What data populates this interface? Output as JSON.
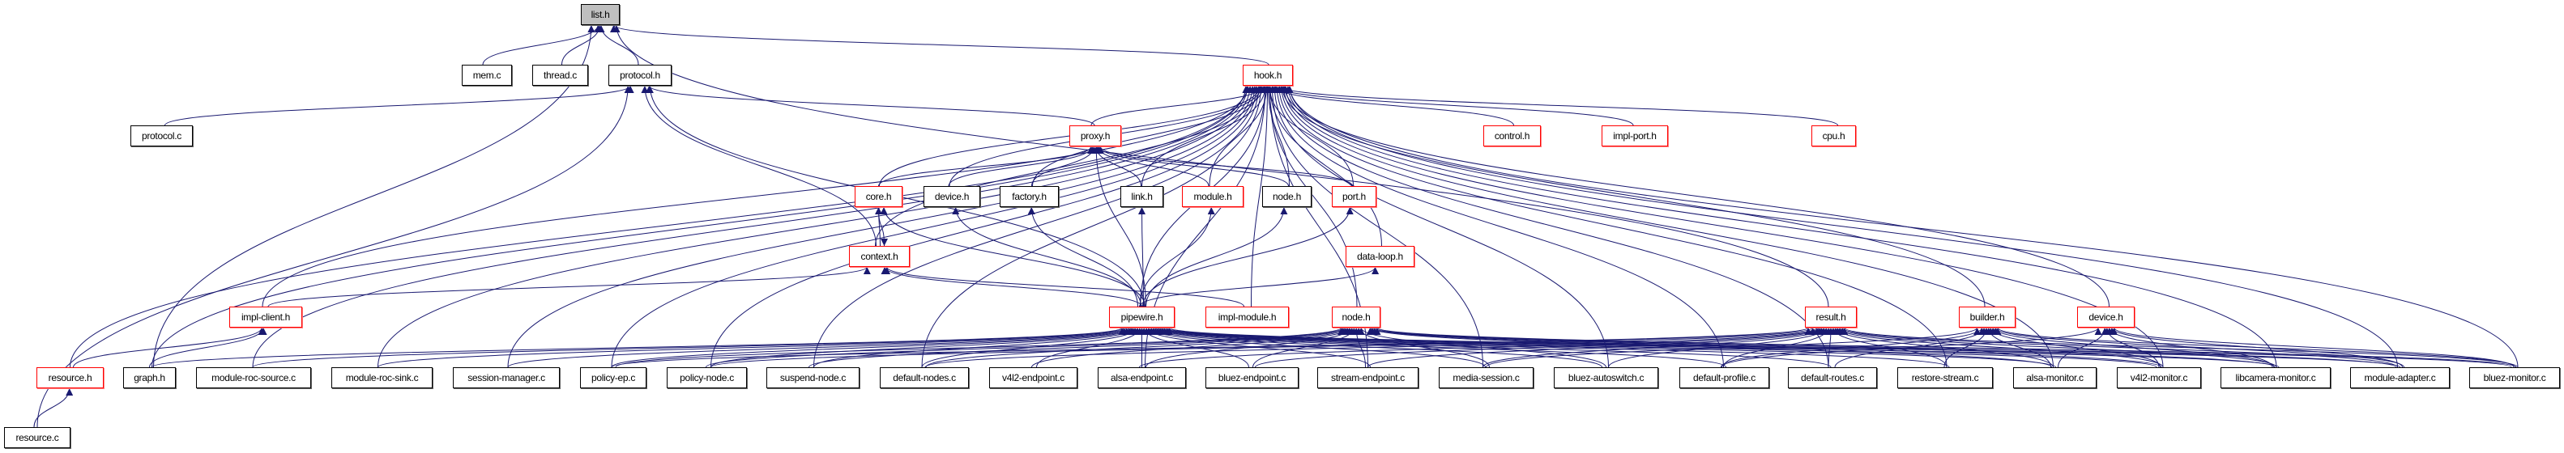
{
  "colors": {
    "edge": "#191970",
    "incomplete_border": "#ff0000",
    "normal_border": "#000000",
    "root_fill": "#bfbfbf"
  },
  "nodes": {
    "list_h": {
      "label": "list.h",
      "style": "root"
    },
    "mem_c": {
      "label": "mem.c"
    },
    "thread_c": {
      "label": "thread.c"
    },
    "protocol_h": {
      "label": "protocol.h"
    },
    "protocol_c": {
      "label": "protocol.c"
    },
    "hook_h": {
      "label": "hook.h",
      "style": "red"
    },
    "proxy_h": {
      "label": "proxy.h",
      "style": "red"
    },
    "control_h": {
      "label": "control.h",
      "style": "red"
    },
    "impl_port_h": {
      "label": "impl-port.h",
      "style": "red"
    },
    "cpu_h": {
      "label": "cpu.h",
      "style": "red"
    },
    "core_h": {
      "label": "core.h",
      "style": "red"
    },
    "device_h": {
      "label": "device.h"
    },
    "factory_h": {
      "label": "factory.h"
    },
    "link_h": {
      "label": "link.h"
    },
    "module_h": {
      "label": "module.h",
      "style": "red"
    },
    "node_h": {
      "label": "node.h"
    },
    "port_h": {
      "label": "port.h",
      "style": "red"
    },
    "context_h": {
      "label": "context.h",
      "style": "red"
    },
    "data_loop_h": {
      "label": "data-loop.h",
      "style": "red"
    },
    "impl_client_h": {
      "label": "impl-client.h",
      "style": "red"
    },
    "pipewire_h": {
      "label": "pipewire.h",
      "style": "red"
    },
    "impl_module_h": {
      "label": "impl-module.h",
      "style": "red"
    },
    "node_h2": {
      "label": "node.h",
      "style": "red"
    },
    "result_h": {
      "label": "result.h",
      "style": "red"
    },
    "builder_h": {
      "label": "builder.h",
      "style": "red"
    },
    "device_h2": {
      "label": "device.h",
      "style": "red"
    },
    "resource_h": {
      "label": "resource.h",
      "style": "red"
    },
    "graph_h": {
      "label": "graph.h"
    },
    "module_roc_source_c": {
      "label": "module-roc-source.c"
    },
    "module_roc_sink_c": {
      "label": "module-roc-sink.c"
    },
    "session_manager_c": {
      "label": "session-manager.c"
    },
    "policy_ep_c": {
      "label": "policy-ep.c"
    },
    "policy_node_c": {
      "label": "policy-node.c"
    },
    "suspend_node_c": {
      "label": "suspend-node.c"
    },
    "default_nodes_c": {
      "label": "default-nodes.c"
    },
    "v4l2_endpoint_c": {
      "label": "v4l2-endpoint.c"
    },
    "alsa_endpoint_c": {
      "label": "alsa-endpoint.c"
    },
    "bluez_endpoint_c": {
      "label": "bluez-endpoint.c"
    },
    "stream_endpoint_c": {
      "label": "stream-endpoint.c"
    },
    "media_session_c": {
      "label": "media-session.c"
    },
    "bluez_autoswitch_c": {
      "label": "bluez-autoswitch.c"
    },
    "default_profile_c": {
      "label": "default-profile.c"
    },
    "default_routes_c": {
      "label": "default-routes.c"
    },
    "restore_stream_c": {
      "label": "restore-stream.c"
    },
    "alsa_monitor_c": {
      "label": "alsa-monitor.c"
    },
    "v4l2_monitor_c": {
      "label": "v4l2-monitor.c"
    },
    "libcamera_monitor_c": {
      "label": "libcamera-monitor.c"
    },
    "module_adapter_c": {
      "label": "module-adapter.c"
    },
    "bluez_monitor_c": {
      "label": "bluez-monitor.c"
    },
    "resource_c": {
      "label": "resource.c"
    }
  },
  "edges": [
    [
      "mem_c",
      "list_h"
    ],
    [
      "thread_c",
      "list_h"
    ],
    [
      "protocol_h",
      "list_h"
    ],
    [
      "graph_h",
      "list_h"
    ],
    [
      "hook_h",
      "list_h"
    ],
    [
      "result_h",
      "list_h"
    ],
    [
      "protocol_c",
      "protocol_h"
    ],
    [
      "resource_c",
      "protocol_h"
    ],
    [
      "context_h",
      "protocol_h"
    ],
    [
      "pipewire_h",
      "protocol_h"
    ],
    [
      "proxy_h",
      "protocol_h"
    ],
    [
      "proxy_h",
      "hook_h"
    ],
    [
      "control_h",
      "hook_h"
    ],
    [
      "impl_port_h",
      "hook_h"
    ],
    [
      "cpu_h",
      "hook_h"
    ],
    [
      "core_h",
      "hook_h"
    ],
    [
      "device_h",
      "hook_h"
    ],
    [
      "factory_h",
      "hook_h"
    ],
    [
      "link_h",
      "hook_h"
    ],
    [
      "module_h",
      "hook_h"
    ],
    [
      "node_h",
      "hook_h"
    ],
    [
      "port_h",
      "hook_h"
    ],
    [
      "context_h",
      "hook_h"
    ],
    [
      "data_loop_h",
      "hook_h"
    ],
    [
      "pipewire_h",
      "hook_h"
    ],
    [
      "impl_module_h",
      "hook_h"
    ],
    [
      "node_h2",
      "hook_h"
    ],
    [
      "builder_h",
      "hook_h"
    ],
    [
      "device_h2",
      "hook_h"
    ],
    [
      "resource_h",
      "hook_h"
    ],
    [
      "impl_client_h",
      "hook_h"
    ],
    [
      "graph_h",
      "hook_h"
    ],
    [
      "module_roc_source_c",
      "hook_h"
    ],
    [
      "module_roc_sink_c",
      "hook_h"
    ],
    [
      "session_manager_c",
      "hook_h"
    ],
    [
      "policy_ep_c",
      "hook_h"
    ],
    [
      "policy_node_c",
      "hook_h"
    ],
    [
      "suspend_node_c",
      "hook_h"
    ],
    [
      "default_nodes_c",
      "hook_h"
    ],
    [
      "alsa_endpoint_c",
      "hook_h"
    ],
    [
      "stream_endpoint_c",
      "hook_h"
    ],
    [
      "media_session_c",
      "hook_h"
    ],
    [
      "bluez_autoswitch_c",
      "hook_h"
    ],
    [
      "default_profile_c",
      "hook_h"
    ],
    [
      "default_routes_c",
      "hook_h"
    ],
    [
      "restore_stream_c",
      "hook_h"
    ],
    [
      "alsa_monitor_c",
      "hook_h"
    ],
    [
      "v4l2_monitor_c",
      "hook_h"
    ],
    [
      "libcamera_monitor_c",
      "hook_h"
    ],
    [
      "module_adapter_c",
      "hook_h"
    ],
    [
      "bluez_monitor_c",
      "hook_h"
    ],
    [
      "core_h",
      "proxy_h"
    ],
    [
      "device_h",
      "proxy_h"
    ],
    [
      "factory_h",
      "proxy_h"
    ],
    [
      "link_h",
      "proxy_h"
    ],
    [
      "module_h",
      "proxy_h"
    ],
    [
      "node_h",
      "proxy_h"
    ],
    [
      "port_h",
      "proxy_h"
    ],
    [
      "pipewire_h",
      "proxy_h"
    ],
    [
      "context_h",
      "core_h"
    ],
    [
      "core_h",
      "context_h"
    ],
    [
      "pipewire_h",
      "core_h"
    ],
    [
      "pipewire_h",
      "context_h"
    ],
    [
      "impl_module_h",
      "context_h"
    ],
    [
      "impl_client_h",
      "context_h"
    ],
    [
      "pipewire_h",
      "device_h"
    ],
    [
      "pipewire_h",
      "factory_h"
    ],
    [
      "pipewire_h",
      "link_h"
    ],
    [
      "pipewire_h",
      "module_h"
    ],
    [
      "pipewire_h",
      "node_h"
    ],
    [
      "pipewire_h",
      "port_h"
    ],
    [
      "pipewire_h",
      "data_loop_h"
    ],
    [
      "resource_h",
      "impl_client_h"
    ],
    [
      "graph_h",
      "impl_client_h"
    ],
    [
      "resource_c",
      "resource_h"
    ],
    [
      "graph_h",
      "pipewire_h"
    ],
    [
      "module_roc_source_c",
      "pipewire_h"
    ],
    [
      "module_roc_sink_c",
      "pipewire_h"
    ],
    [
      "session_manager_c",
      "pipewire_h"
    ],
    [
      "policy_ep_c",
      "pipewire_h"
    ],
    [
      "policy_node_c",
      "pipewire_h"
    ],
    [
      "suspend_node_c",
      "pipewire_h"
    ],
    [
      "default_nodes_c",
      "pipewire_h"
    ],
    [
      "v4l2_endpoint_c",
      "pipewire_h"
    ],
    [
      "alsa_endpoint_c",
      "pipewire_h"
    ],
    [
      "bluez_endpoint_c",
      "pipewire_h"
    ],
    [
      "stream_endpoint_c",
      "pipewire_h"
    ],
    [
      "media_session_c",
      "pipewire_h"
    ],
    [
      "bluez_autoswitch_c",
      "pipewire_h"
    ],
    [
      "default_profile_c",
      "pipewire_h"
    ],
    [
      "default_routes_c",
      "pipewire_h"
    ],
    [
      "restore_stream_c",
      "pipewire_h"
    ],
    [
      "alsa_monitor_c",
      "pipewire_h"
    ],
    [
      "v4l2_monitor_c",
      "pipewire_h"
    ],
    [
      "libcamera_monitor_c",
      "pipewire_h"
    ],
    [
      "module_adapter_c",
      "pipewire_h"
    ],
    [
      "bluez_monitor_c",
      "pipewire_h"
    ],
    [
      "policy_ep_c",
      "node_h2"
    ],
    [
      "policy_node_c",
      "node_h2"
    ],
    [
      "suspend_node_c",
      "node_h2"
    ],
    [
      "default_nodes_c",
      "node_h2"
    ],
    [
      "v4l2_endpoint_c",
      "node_h2"
    ],
    [
      "alsa_endpoint_c",
      "node_h2"
    ],
    [
      "bluez_endpoint_c",
      "node_h2"
    ],
    [
      "stream_endpoint_c",
      "node_h2"
    ],
    [
      "media_session_c",
      "node_h2"
    ],
    [
      "bluez_autoswitch_c",
      "node_h2"
    ],
    [
      "alsa_monitor_c",
      "node_h2"
    ],
    [
      "v4l2_monitor_c",
      "node_h2"
    ],
    [
      "libcamera_monitor_c",
      "node_h2"
    ],
    [
      "module_adapter_c",
      "node_h2"
    ],
    [
      "bluez_monitor_c",
      "node_h2"
    ],
    [
      "policy_ep_c",
      "result_h"
    ],
    [
      "policy_node_c",
      "result_h"
    ],
    [
      "default_nodes_c",
      "result_h"
    ],
    [
      "alsa_endpoint_c",
      "result_h"
    ],
    [
      "bluez_endpoint_c",
      "result_h"
    ],
    [
      "stream_endpoint_c",
      "result_h"
    ],
    [
      "media_session_c",
      "result_h"
    ],
    [
      "bluez_autoswitch_c",
      "result_h"
    ],
    [
      "default_profile_c",
      "result_h"
    ],
    [
      "default_routes_c",
      "result_h"
    ],
    [
      "restore_stream_c",
      "result_h"
    ],
    [
      "alsa_monitor_c",
      "result_h"
    ],
    [
      "v4l2_monitor_c",
      "result_h"
    ],
    [
      "libcamera_monitor_c",
      "result_h"
    ],
    [
      "module_adapter_c",
      "result_h"
    ],
    [
      "bluez_monitor_c",
      "result_h"
    ],
    [
      "media_session_c",
      "builder_h"
    ],
    [
      "default_profile_c",
      "builder_h"
    ],
    [
      "default_routes_c",
      "builder_h"
    ],
    [
      "restore_stream_c",
      "builder_h"
    ],
    [
      "alsa_monitor_c",
      "builder_h"
    ],
    [
      "v4l2_monitor_c",
      "builder_h"
    ],
    [
      "libcamera_monitor_c",
      "builder_h"
    ],
    [
      "module_adapter_c",
      "builder_h"
    ],
    [
      "bluez_monitor_c",
      "builder_h"
    ],
    [
      "default_profile_c",
      "device_h2"
    ],
    [
      "alsa_monitor_c",
      "device_h2"
    ],
    [
      "v4l2_monitor_c",
      "device_h2"
    ],
    [
      "libcamera_monitor_c",
      "device_h2"
    ],
    [
      "module_adapter_c",
      "device_h2"
    ],
    [
      "bluez_monitor_c",
      "device_h2"
    ]
  ]
}
